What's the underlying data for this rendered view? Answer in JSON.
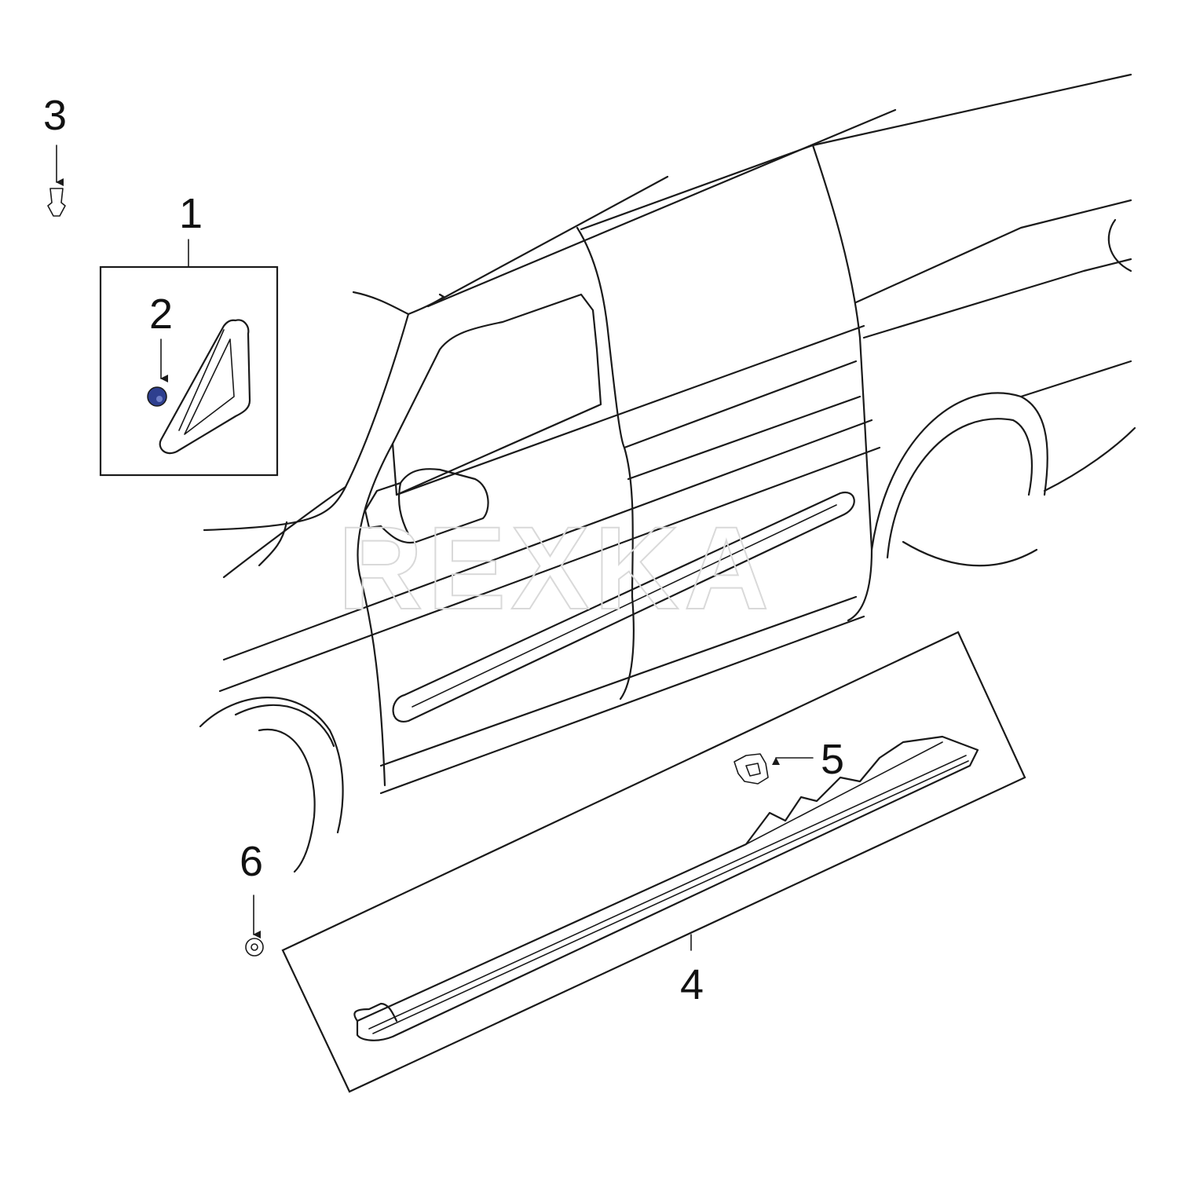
{
  "watermark": "REXKA",
  "callouts": {
    "c1": "1",
    "c2": "2",
    "c3": "3",
    "c4": "4",
    "c5": "5",
    "c6": "6"
  },
  "colors": {
    "line": "#1a1a1a",
    "highlight_part": "#2e3f8f",
    "watermark": "#d9d9d9"
  }
}
